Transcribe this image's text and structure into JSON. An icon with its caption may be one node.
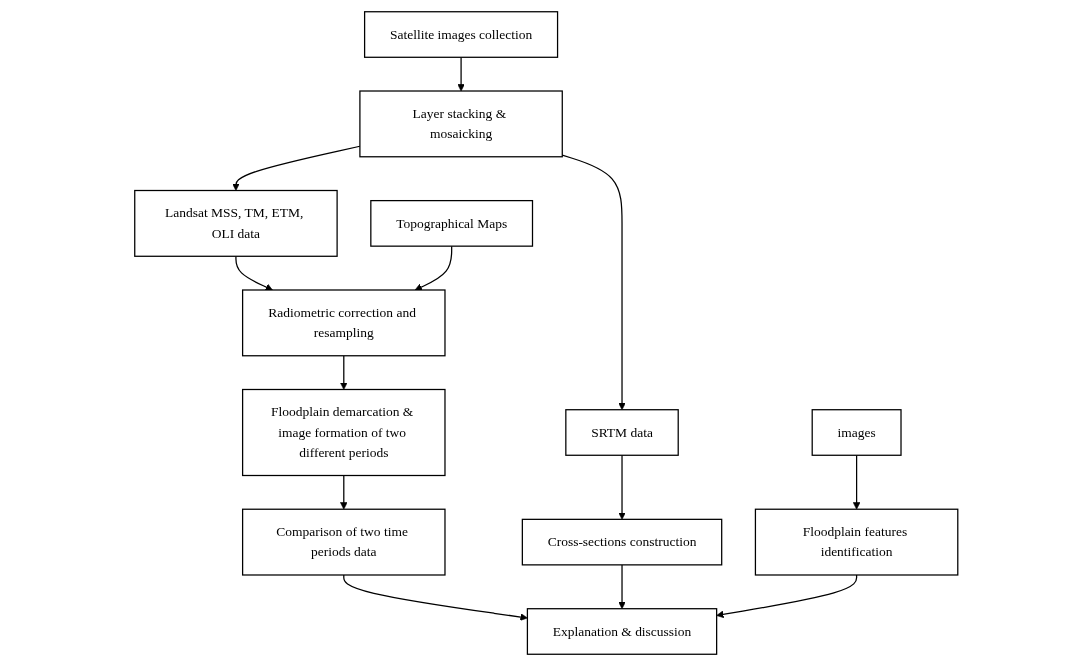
{
  "diagram": {
    "nodes": [
      {
        "text": [
          "Satellite images collection"
        ]
      },
      {
        "text": [
          "images"
        ]
      },
      {
        "text": [
          "Layer stacking & mosaicking"
        ]
      },
      {
        "text": [
          "SRTM data"
        ]
      },
      {
        "text": [
          "Floodplain features identification"
        ]
      },
      {
        "text": [
          "Landsat MSS, TM, ETM, OLI data"
        ]
      },
      {
        "text": [
          "Cross-sections construction"
        ]
      },
      {
        "text": [
          "Explanation & discussion"
        ]
      },
      {
        "text": [
          "Radiometric correction and resampling"
        ]
      },
      {
        "text": [
          "Topographical Maps"
        ]
      },
      {
        "text": [
          "Floodplain demarcation & image formation of two different periods"
        ]
      },
      {
        "text": [
          "Comparison of two time periods data"
        ]
      }
    ],
    "edges": [
      {
        "from": 0,
        "to": 2,
        "arrow": "to"
      },
      {
        "from": 2,
        "to": 3,
        "arrow": "to"
      },
      {
        "from": 2,
        "to": 5,
        "arrow": "to"
      },
      {
        "from": 3,
        "to": 6,
        "arrow": "to"
      },
      {
        "from": 5,
        "to": 8,
        "arrow": "to"
      },
      {
        "from": 9,
        "to": 8,
        "arrow": "to"
      },
      {
        "from": 8,
        "to": 10,
        "arrow": "to"
      },
      {
        "from": 10,
        "to": 11,
        "arrow": "to"
      },
      {
        "from": 11,
        "to": 7,
        "arrow": "to"
      },
      {
        "from": 6,
        "to": 7,
        "arrow": "to"
      },
      {
        "from": 1,
        "to": 4,
        "arrow": "to"
      },
      {
        "from": 4,
        "to": 7,
        "arrow": "to"
      }
    ]
  }
}
